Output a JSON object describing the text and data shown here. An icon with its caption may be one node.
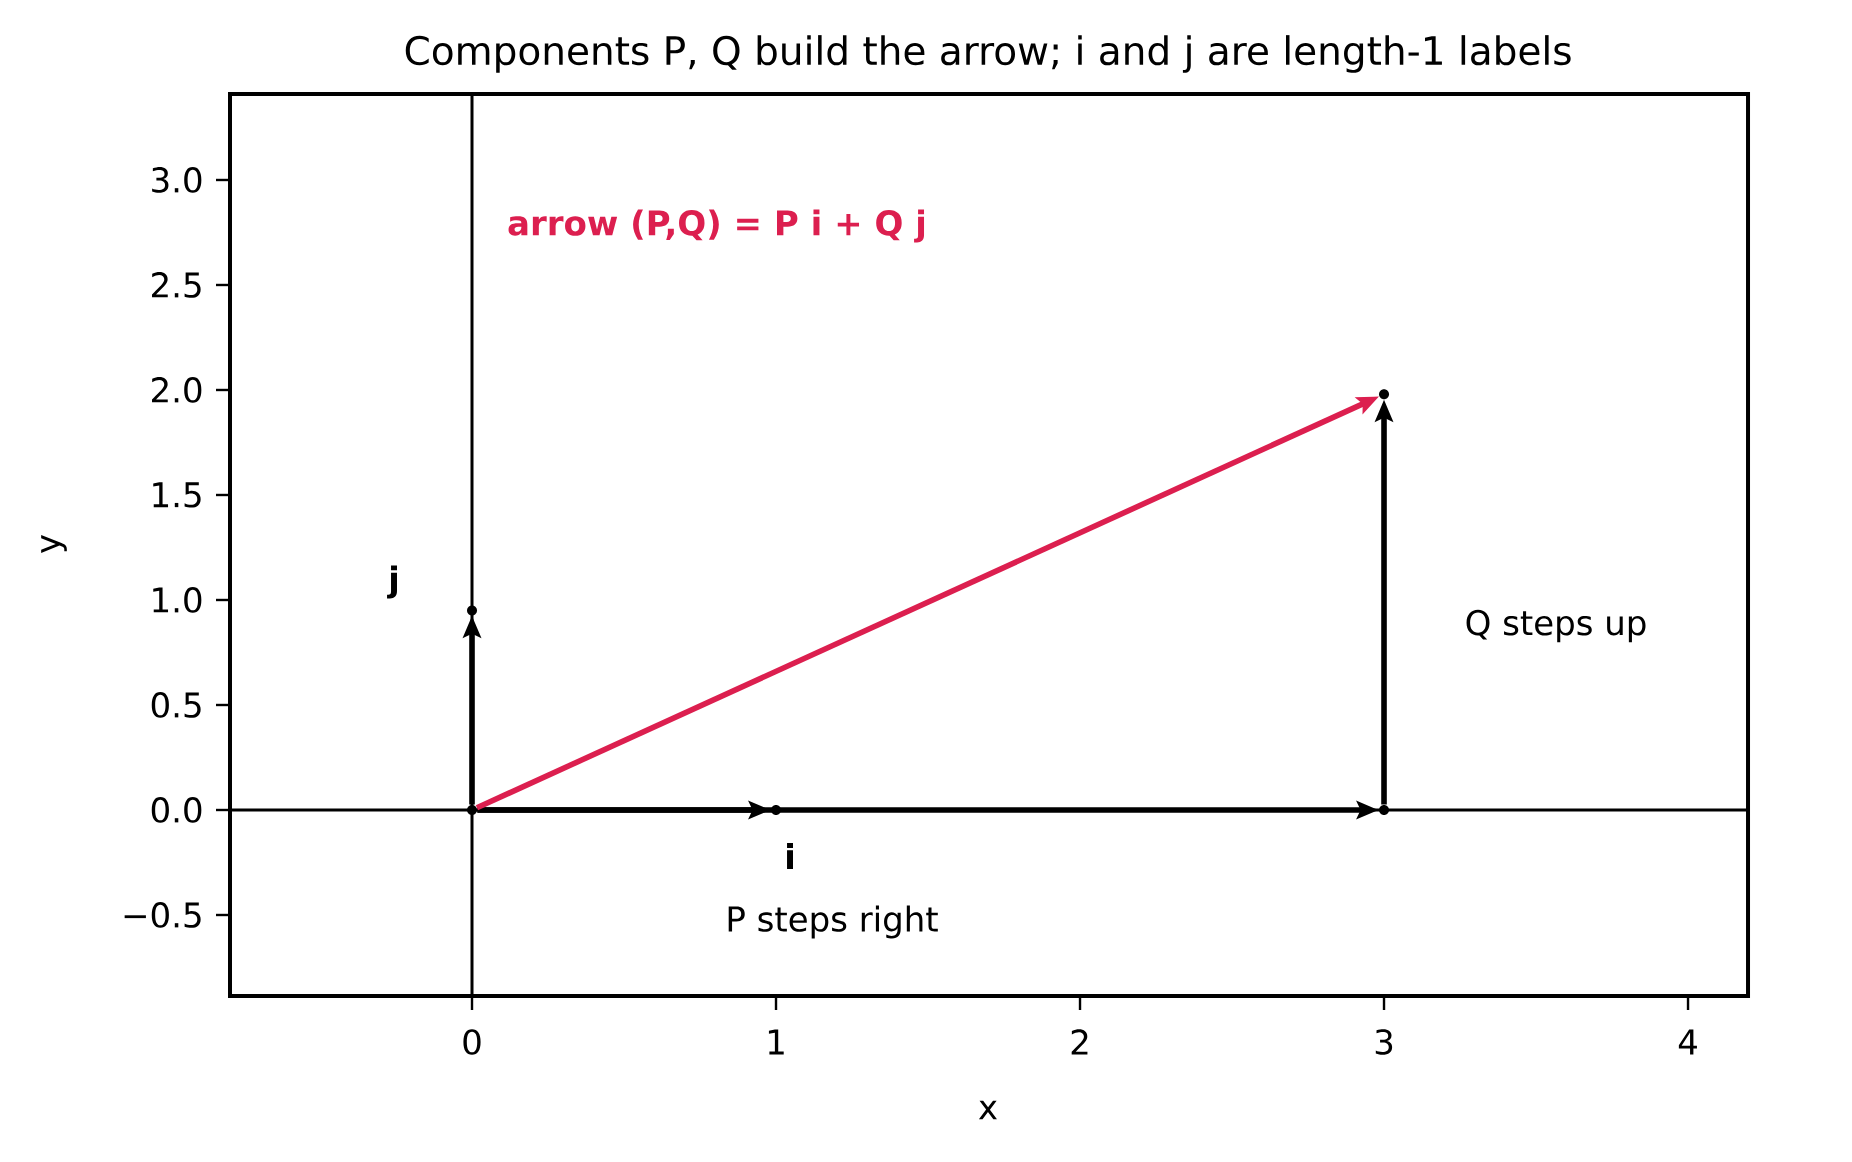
{
  "diagram": {
    "title": "Components P, Q build the arrow; i and j are length-1 labels",
    "nodes": [
      {
        "text": [],
        "shape": "point"
      },
      {
        "text": [],
        "shape": "point"
      },
      {
        "text": [],
        "shape": "point"
      },
      {
        "text": [],
        "shape": "point"
      },
      {
        "text": [],
        "shape": "point"
      }
    ],
    "edges": [
      {
        "from": 0,
        "to": 1,
        "arrow": "to",
        "label": "i"
      },
      {
        "from": 0,
        "to": 2,
        "arrow": "to",
        "label": "j"
      },
      {
        "from": 0,
        "to": 3,
        "arrow": "to",
        "label": "P steps right"
      },
      {
        "from": 3,
        "to": 4,
        "arrow": "to",
        "label": "Q steps up"
      },
      {
        "from": 0,
        "to": 4,
        "arrow": "to",
        "color": "#dc1f4f"
      }
    ],
    "labels": [
      "arrow (P,Q) = P i + Q j",
      "3.0",
      "2.5",
      "2.0",
      "1.5",
      "1.0",
      "0.5",
      "0.0",
      "−0.5",
      "0",
      "1",
      "2",
      "3",
      "4",
      "x",
      "y"
    ]
  }
}
